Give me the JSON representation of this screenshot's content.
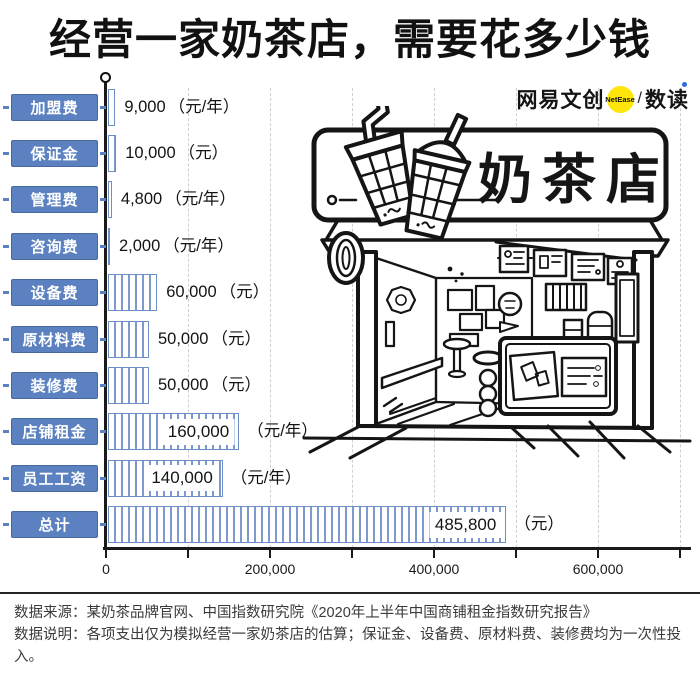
{
  "title": "经营一家奶茶店，需要花多少钱",
  "logo": {
    "brand": "网易文创",
    "badge": "NetEase",
    "divider": "/",
    "sub": "数读"
  },
  "chart_data": {
    "type": "bar",
    "orientation": "horizontal",
    "title": "经营一家奶茶店，需要花多少钱",
    "categories": [
      "加盟费",
      "保证金",
      "管理费",
      "咨询费",
      "设备费",
      "原材料费",
      "装修费",
      "店铺租金",
      "员工工资",
      "总计"
    ],
    "values": [
      9000,
      10000,
      4800,
      2000,
      60000,
      50000,
      50000,
      160000,
      140000,
      485800
    ],
    "value_labels": [
      "9,000",
      "10,000",
      "4,800",
      "2,000",
      "60,000",
      "50,000",
      "50,000",
      "160,000",
      "140,000",
      "485,800"
    ],
    "units": [
      "（元/年）",
      "（元）",
      "（元/年）",
      "（元/年）",
      "（元）",
      "（元）",
      "（元）",
      "（元/年）",
      "（元/年）",
      "（元）"
    ],
    "value_label_inside": [
      false,
      false,
      false,
      false,
      false,
      false,
      false,
      true,
      true,
      true
    ],
    "xlim": [
      0,
      700000
    ],
    "x_ticks": [
      0,
      100000,
      200000,
      300000,
      400000,
      500000,
      600000,
      700000
    ],
    "x_tick_labels": [
      "0",
      "",
      "200,000",
      "",
      "400,000",
      "",
      "600,000",
      ""
    ],
    "gridlines": "dashed-vertical-every-100000",
    "bar_fill": "striped-white-blue",
    "bar_color": "#7d99ce",
    "bar_border": "#6e8ec7",
    "label_box_color": "#5b81c0"
  },
  "illustration": {
    "sign_text": "奶茶店"
  },
  "footer": {
    "source": "数据来源：某奶茶品牌官网、中国指数研究院《2020年上半年中国商铺租金指数研究报告》",
    "note": "数据说明：各项支出仅为模拟经营一家奶茶店的估算；保证金、设备费、原材料费、装修费均为一次性投入。"
  },
  "colors": {
    "accent_blue": "#5b81c0",
    "bar_stripe": "#7d99ce",
    "bar_border": "#6e8ec7",
    "grid": "#cfcfcf",
    "axis": "#1a1a1a",
    "logo_yellow": "#ffe60a",
    "logo_blue_dot": "#2f6bd8",
    "footer_text": "#3a3a3a"
  }
}
